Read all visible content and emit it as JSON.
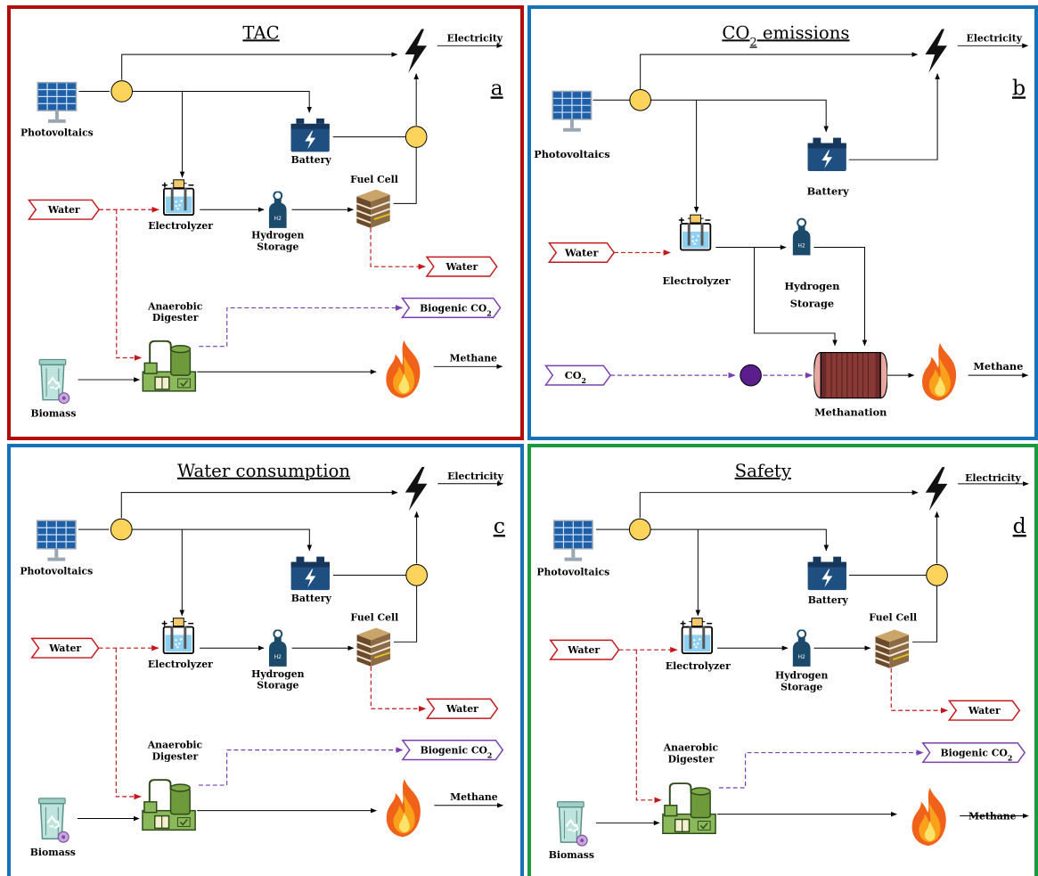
{
  "colors": {
    "tac_border": "#b30d0d",
    "co2_border": "#1673b8",
    "water_border": "#1673b8",
    "safety_border": "#1c9a3e",
    "junction_fill": "#fcd45c",
    "water_line": "#c4171b",
    "co2_line": "#7b3fb0",
    "co2_node": "#5b1e8c"
  },
  "panels": {
    "a": {
      "title": "TAC",
      "letter": "a",
      "labels": {
        "electricity": "Electricity",
        "photovoltaics": "Photovoltaics",
        "battery": "Battery",
        "fuel_cell": "Fuel Cell",
        "water_in": "Water",
        "electrolyzer": "Electrolyzer",
        "hydrogen": "Hydrogen",
        "storage": "Storage",
        "water_out": "Water",
        "anaerobic": "Anaerobic",
        "digester": "Digester",
        "biogenic": "Biogenic CO",
        "sub2": "2",
        "methane": "Methane",
        "biomass": "Biomass"
      }
    },
    "b": {
      "title": "CO",
      "title_sub": "2",
      "title_rest": " emissions",
      "letter": "b",
      "labels": {
        "electricity": "Electricity",
        "photovoltaics": "Photovoltaics",
        "battery": "Battery",
        "water_in": "Water",
        "electrolyzer": "Electrolyzer",
        "hydrogen": "Hydrogen",
        "storage": "Storage",
        "co2": "CO",
        "sub2": "2",
        "methanation": "Methanation",
        "methane": "Methane"
      }
    },
    "c": {
      "title": "Water consumption",
      "letter": "c",
      "labels": {
        "electricity": "Electricity",
        "photovoltaics": "Photovoltaics",
        "battery": "Battery",
        "fuel_cell": "Fuel Cell",
        "water_in": "Water",
        "electrolyzer": "Electrolyzer",
        "hydrogen": "Hydrogen",
        "storage": "Storage",
        "water_out": "Water",
        "anaerobic": "Anaerobic",
        "digester": "Digester",
        "biogenic": "Biogenic CO",
        "sub2": "2",
        "methane": "Methane",
        "biomass": "Biomass"
      }
    },
    "d": {
      "title": "Safety",
      "letter": "d",
      "labels": {
        "electricity": "Electricity",
        "photovoltaics": "Photovoltaics",
        "battery": "Battery",
        "fuel_cell": "Fuel Cell",
        "water_in": "Water",
        "electrolyzer": "Electrolyzer",
        "hydrogen": "Hydrogen",
        "storage": "Storage",
        "water_out": "Water",
        "anaerobic": "Anaerobic",
        "digester": "Digester",
        "biogenic": "Biogenic CO",
        "sub2": "2",
        "methane": "Methane",
        "biomass": "Biomass"
      }
    }
  }
}
